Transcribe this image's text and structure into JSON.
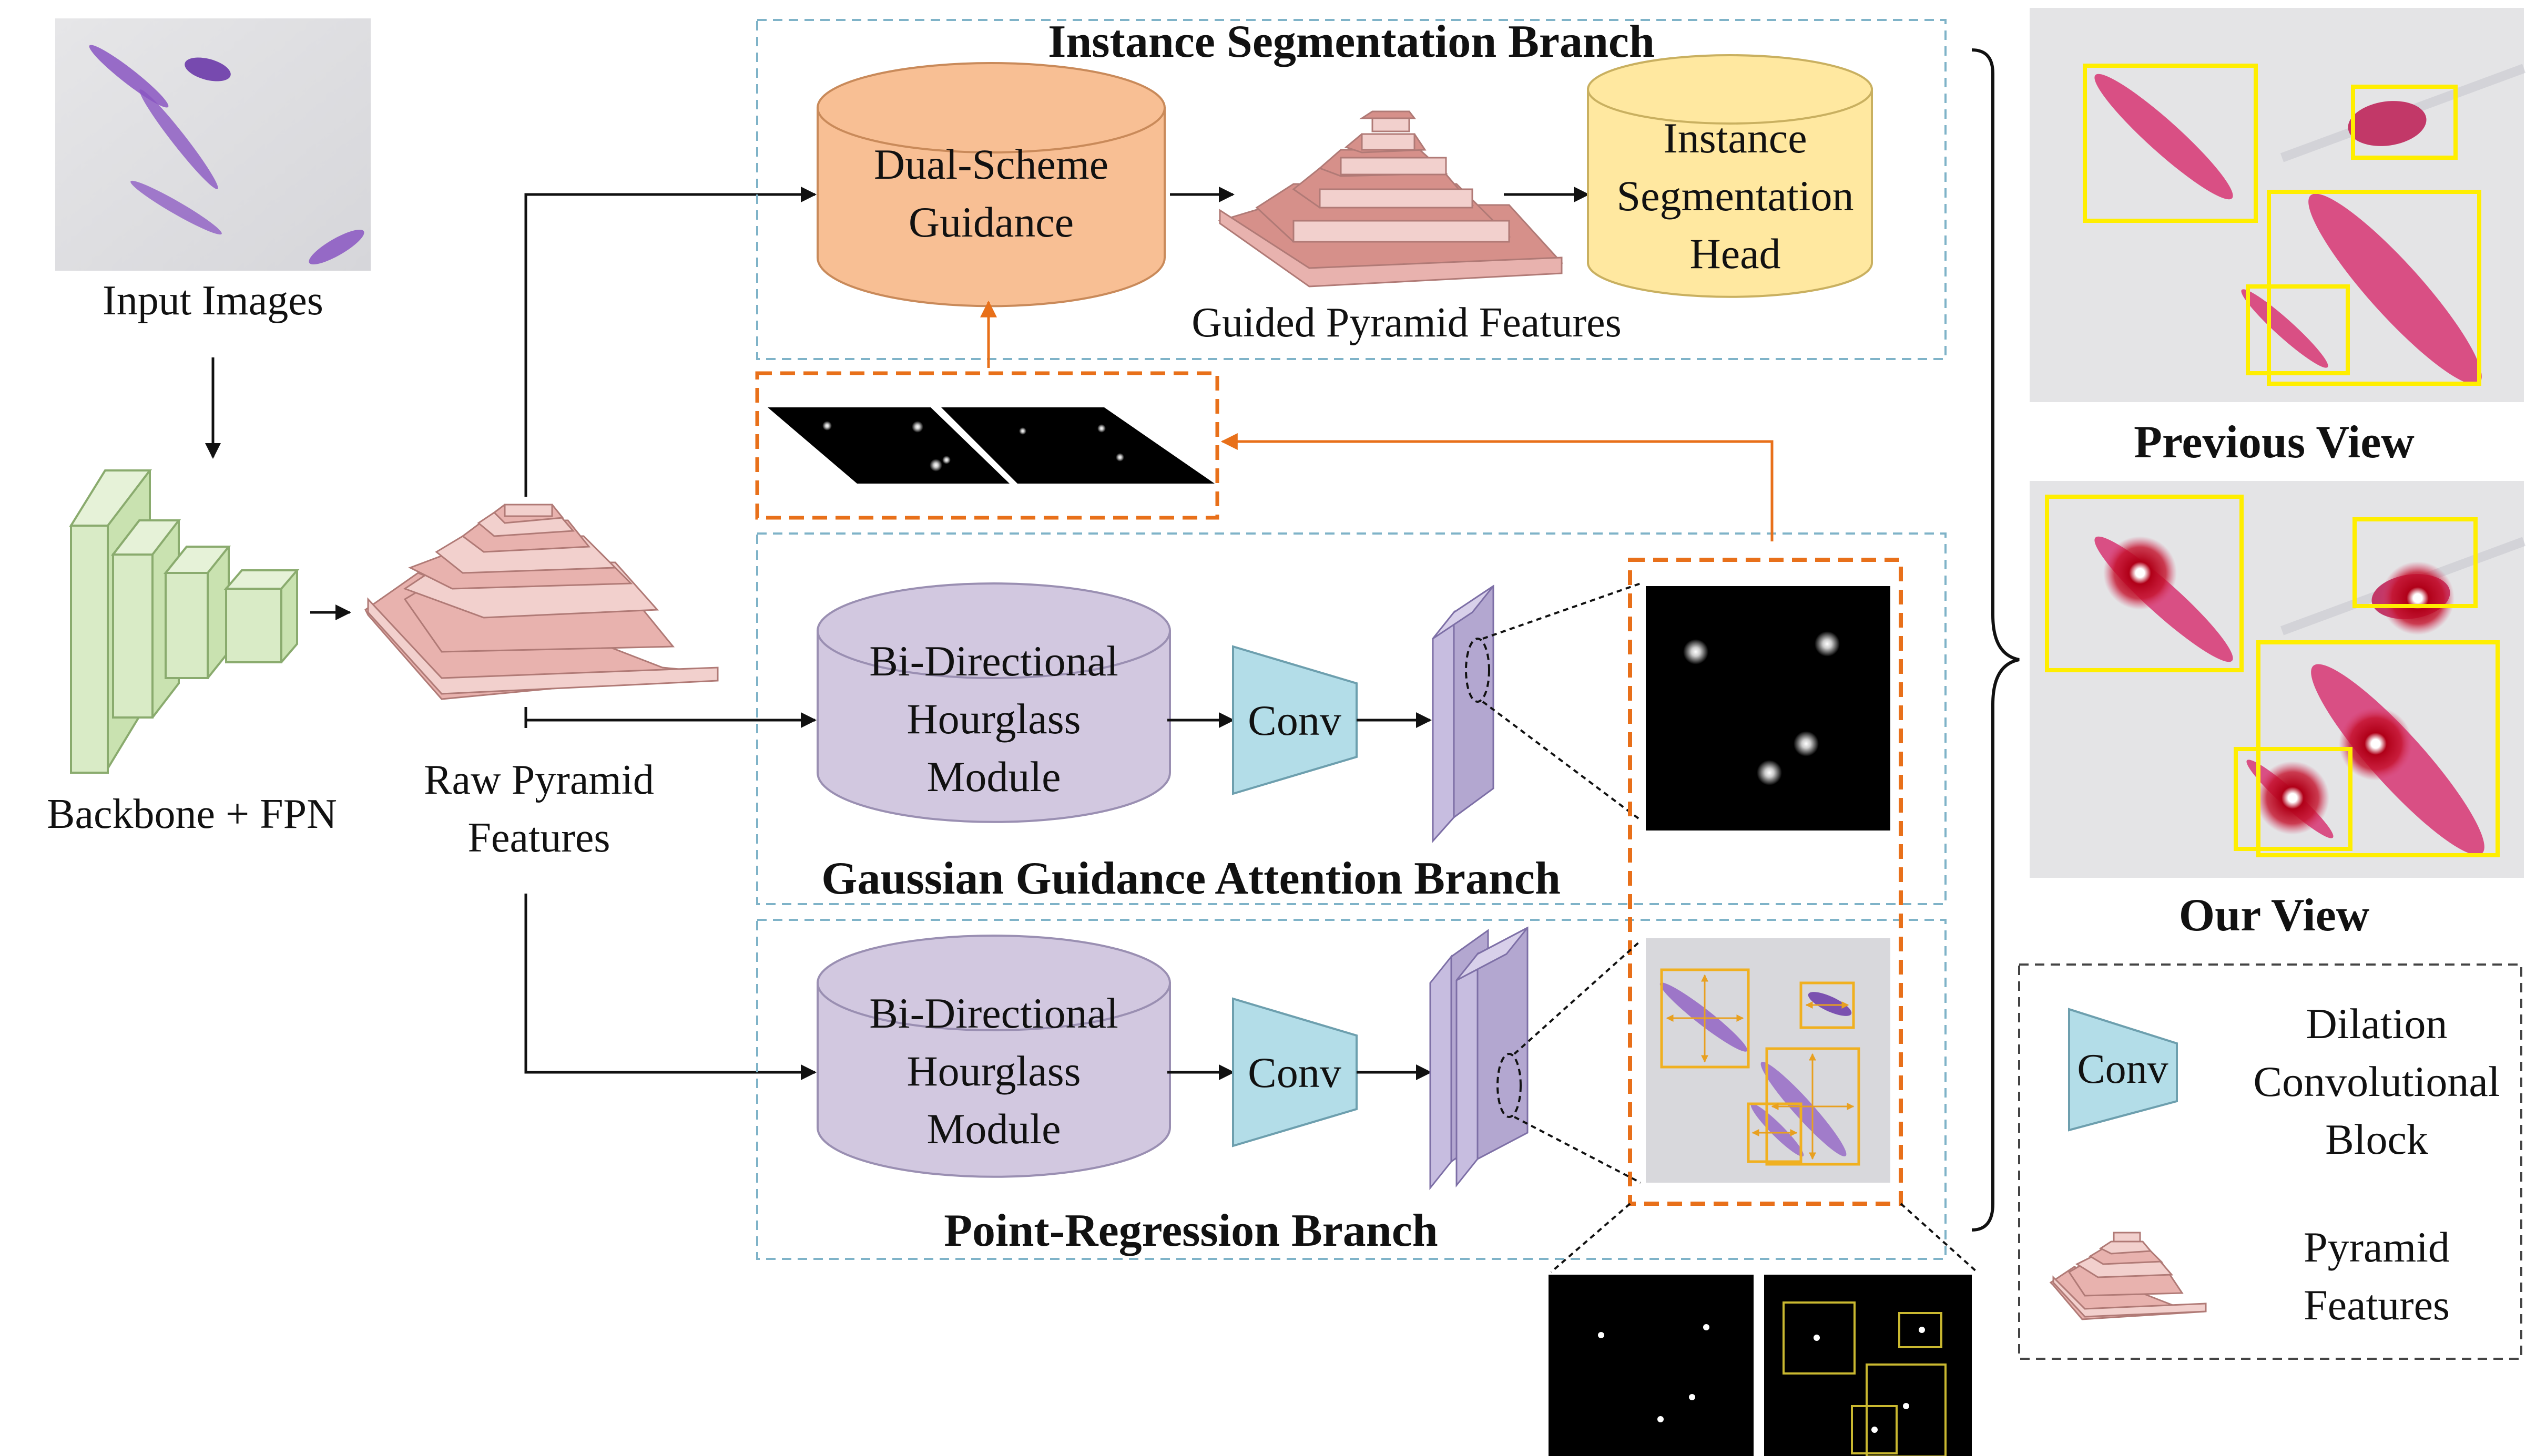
{
  "labels": {
    "input_images": "Input Images",
    "backbone": "Backbone + FPN",
    "raw_pyramid_line1": "Raw Pyramid",
    "raw_pyramid_line2": "Features",
    "guided_pyramid": "Guided Pyramid Features",
    "dual_scheme_line1": "Dual-Scheme",
    "dual_scheme_line2": "Guidance",
    "seg_head_line1": "Instance",
    "seg_head_line2": "Segmentation",
    "seg_head_line3": "Head",
    "hourglass_line1": "Bi-Directional",
    "hourglass_line2": "Hourglass",
    "hourglass_line3": "Module",
    "conv": "Conv",
    "previous_view": "Previous View",
    "our_view": "Our View"
  },
  "branches": {
    "instance_segmentation": "Instance Segmentation Branch",
    "gaussian_guidance": "Gaussian Guidance Attention Branch",
    "point_regression": "Point-Regression Branch"
  },
  "legend": {
    "conv_icon_label": "Conv",
    "conv_desc_line1": "Dilation",
    "conv_desc_line2": "Convolutional",
    "conv_desc_line3": "Block",
    "pyramid_desc_line1": "Pyramid",
    "pyramid_desc_line2": "Features"
  },
  "colors": {
    "backbone_green": "#d9ebc6",
    "pyramid_pink": "#e8b2ae",
    "dual_scheme_orange": "#f8bf94",
    "seg_head_yellow": "#ffe8a0",
    "hourglass_purple": "#d2c8e0",
    "conv_blue": "#b3dde8",
    "feature_purple": "#b3a7d0",
    "dashed_orange": "#e8701a",
    "dashed_branch_blue": "#7fb3c8",
    "box_yellow": "#ffee00",
    "cell_magenta": "#d94f84",
    "cell_purple": "#8a56c2"
  }
}
